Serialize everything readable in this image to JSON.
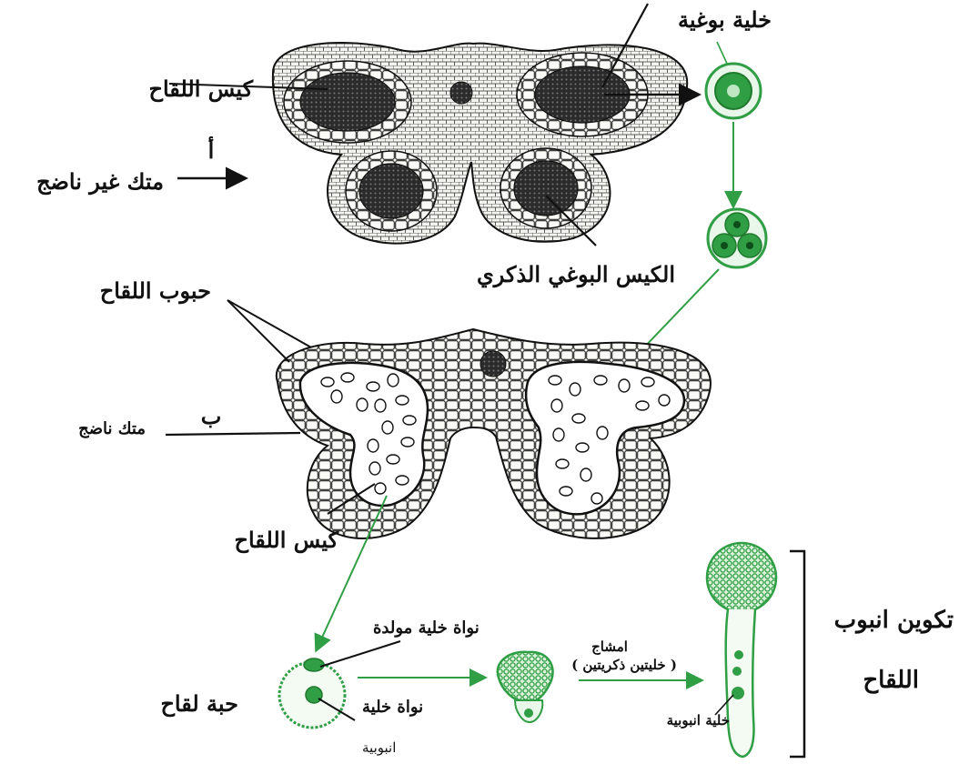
{
  "labels": {
    "sporogenous_cell": "خلية بوغية",
    "pollen_sac_top": "كيس اللقاح",
    "letter_a": "أ",
    "immature_anther": "متك غير ناضج",
    "male_sporangium": "الكيس البوغي الذكري",
    "pollen_grains": "حبوب اللقاح",
    "letter_b": "ب",
    "mature_anther": "متك ناضج",
    "pollen_sac_bottom": "كيس اللقاح",
    "generative_nucleus": "نواة خلية مولدة",
    "pollen_grain": "حبة لقاح",
    "tube_nucleus_line1": "نواة خلية",
    "tube_nucleus_line2": "انبوبية",
    "fusion_line1": "امشاج",
    "fusion_line2": "( خليتين ذكريتين )",
    "tube_cell": "خلية انبوبية",
    "tube_formation_line1": "تكوين انبوب",
    "tube_formation_line2": "اللقاح"
  },
  "colors": {
    "green": "#2f9e44",
    "green_dark": "#1f7a2e",
    "green_light": "#cdeccf",
    "ink": "#141414"
  }
}
